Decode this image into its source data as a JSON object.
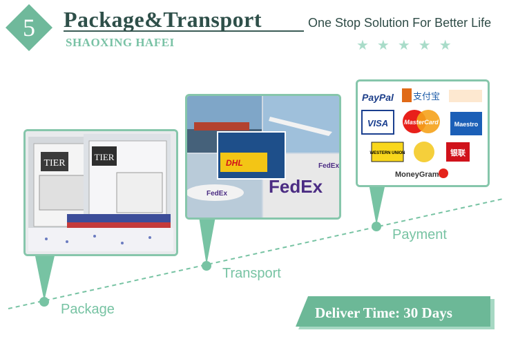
{
  "header": {
    "logo_number": "5",
    "title": "Package&Transport",
    "subtitle": "SHAOXING HAFEI",
    "tagline": "One Stop Solution For Better Life",
    "stars": "★★★★★"
  },
  "timeline": {
    "stages": [
      {
        "label": "Package",
        "photo": "packaged-curtain-products"
      },
      {
        "label": "Transport",
        "photo": "shipping-collage",
        "logos": [
          "DHL",
          "FedEx",
          "FedEx",
          "FedEx"
        ]
      },
      {
        "label": "Payment",
        "logos": [
          "PayPal",
          "支付宝",
          "VISA",
          "MasterCard",
          "Maestro",
          "WESTERN UNION",
          "银联",
          "MoneyGram."
        ]
      }
    ]
  },
  "deliver_time": "Deliver Time: 30 Days",
  "colors": {
    "accent": "#77c3a3",
    "dark": "#2e4f49",
    "frame": "#86c6ab"
  }
}
